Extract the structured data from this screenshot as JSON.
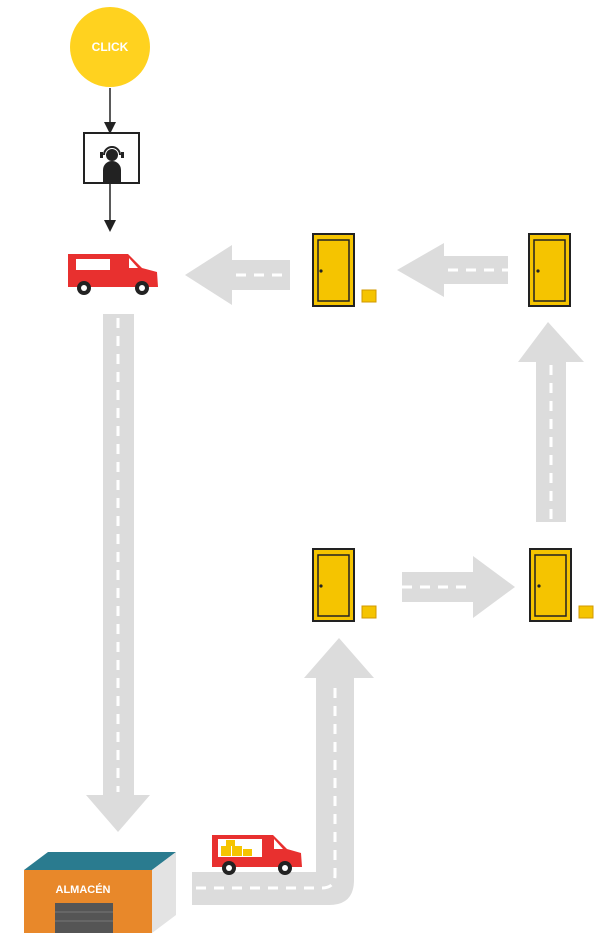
{
  "start_button": {
    "label": "CLICK"
  },
  "warehouse": {
    "label": "ALMACÉN"
  },
  "colors": {
    "click_yellow": "#ffd21f",
    "door_yellow": "#f5c400",
    "van_red": "#e8302f",
    "road_gray": "#dcdcdc",
    "warehouse_orange": "#e8882a",
    "warehouse_roof": "#2a7b8f"
  },
  "icons": [
    "click-circle",
    "call-center-agent-icon",
    "delivery-van-icon",
    "door-icon",
    "package-icon",
    "warehouse-icon",
    "loaded-van-icon"
  ]
}
